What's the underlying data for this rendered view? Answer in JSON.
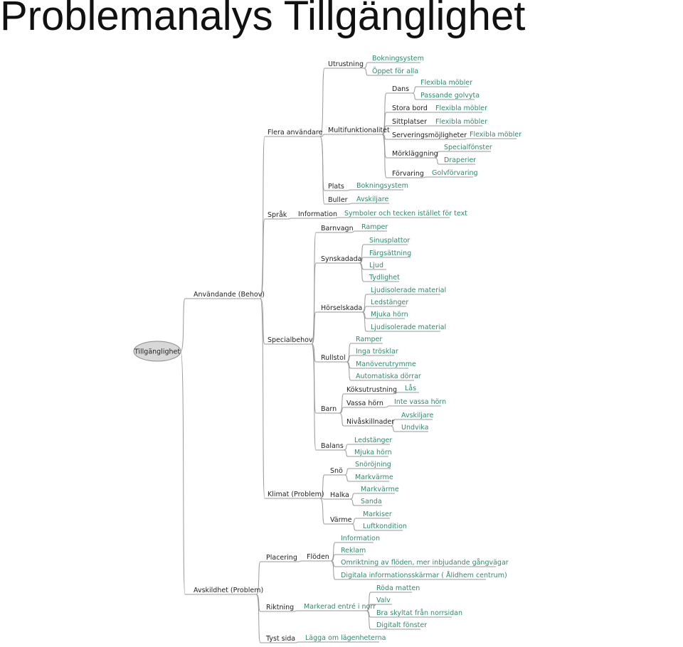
{
  "title": "Problemanalys Tillgänglighet",
  "root": "Tillgänglighet",
  "nodes": {
    "anvandande": "Användande (Behov)",
    "flera": "Flera användare",
    "utrustning": "Utrustning",
    "bokningsystem": "Bokningsystem",
    "oppet": "Öppet för alla",
    "multi": "Multifunktionalitet",
    "dans": "Dans",
    "dans_flex": "Flexibla möbler",
    "dans_golv": "Passande golvyta",
    "stora_bord": "Stora bord",
    "stora_flex": "Flexibla möbler",
    "sittplatser": "Sittplatser",
    "sitt_flex": "Flexibla möbler",
    "servering": "Serveringsmöjligheter",
    "serv_flex": "Flexibla möbler",
    "morklaggning": "Mörkläggning",
    "specialfonster": "Specialfönster",
    "draperier": "Draperier",
    "forvaring": "Förvaring",
    "golvforvaring": "Golvförvaring",
    "plats": "Plats",
    "plats_bok": "Bokningsystem",
    "buller": "Buller",
    "avskiljare1": "Avskiljare",
    "sprak": "Språk",
    "information": "Information",
    "symboler": "Symboler och tecken istället för text",
    "specialbehov": "Specialbehov",
    "barnvagn": "Barnvagn",
    "ramper1": "Ramper",
    "synskadada": "Synskadada",
    "sinus": "Sinusplattor",
    "fargsattning": "Färgsättning",
    "ljud": "Ljud",
    "tydlighet": "Tydlighet",
    "horselskada": "Hörselskada",
    "ljudiso1": "Ljudisolerade material",
    "ledstanger1": "Ledstänger",
    "mjuka1": "Mjuka hörn",
    "ljudiso2": "Ljudisolerade material",
    "rullstol": "Rullstol",
    "ramper2": "Ramper",
    "inga": "Inga trösklar",
    "manover": "Manöverutrymme",
    "automatiska": "Automatiska dörrar",
    "barn": "Barn",
    "koksutrustning": "Köksutrustning",
    "las": "Lås",
    "vassa": "Vassa hörn",
    "inte_vassa": "Inte vassa hörn",
    "nivaskillnader": "Nivåskillnader",
    "avskiljare2": "Avskiljare",
    "undvika": "Undvika",
    "balans": "Balans",
    "ledstanger2": "Ledstänger",
    "mjuka2": "Mjuka hörn",
    "klimat": "Klimat (Problem)",
    "sno": "Snö",
    "snorojning": "Snöröjning",
    "markvarme1": "Markvärme",
    "halka": "Halka",
    "markvarme2": "Markvärme",
    "sanda": "Sanda",
    "varme": "Värme",
    "markiser": "Markiser",
    "luftkondition": "Luftkondition",
    "avskildhet": "Avskildhet (Problem)",
    "placering": "Placering",
    "floden": "Flöden",
    "info2": "Information",
    "reklam": "Reklam",
    "omriktning": "Omriktning av flöden, mer inbjudande gångvägar",
    "digitala": "Digitala informationsskärmar ( Ålidhem centrum)",
    "riktning": "Riktning",
    "markerad": "Markerad entré i norr",
    "roda": "Röda matten",
    "valv": "Valv",
    "bra": "Bra skyltat från norrsidan",
    "digitalt": "Digitalt fönster",
    "tyst": "Tyst sida",
    "lagga": "Lägga om lägenheterna"
  },
  "colors": {
    "branch_text": "#222222",
    "leaf_text": "#2e8b6a",
    "line": "#9a9a9a",
    "root_fill": "#d8d8d8"
  }
}
